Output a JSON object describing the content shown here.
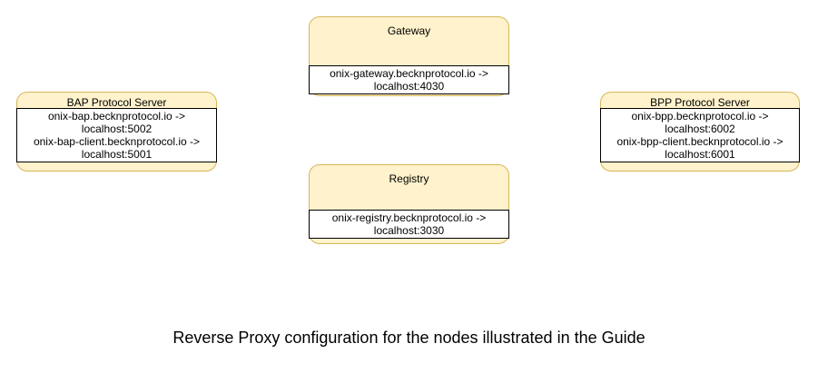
{
  "diagram": {
    "caption": "Reverse Proxy configuration for the nodes illustrated in the Guide",
    "colors": {
      "node_fill": "#FFF2CC",
      "node_border": "#D6B656",
      "mapping_fill": "#FFFFFF",
      "mapping_border": "#000000",
      "text": "#000000"
    },
    "nodes": [
      {
        "id": "gateway",
        "title": "Gateway",
        "lines": [
          "onix-gateway.becknprotocol.io ->",
          "localhost:4030"
        ]
      },
      {
        "id": "bap-protocol-server",
        "title": "BAP Protocol Server",
        "lines": [
          "onix-bap.becknprotocol.io ->",
          "localhost:5002",
          "onix-bap-client.becknprotocol.io ->",
          "localhost:5001"
        ]
      },
      {
        "id": "bpp-protocol-server",
        "title": "BPP Protocol Server",
        "lines": [
          "onix-bpp.becknprotocol.io ->",
          "localhost:6002",
          "onix-bpp-client.becknprotocol.io ->",
          "localhost:6001"
        ]
      },
      {
        "id": "registry",
        "title": "Registry",
        "lines": [
          "onix-registry.becknprotocol.io ->",
          "localhost:3030"
        ]
      }
    ]
  }
}
